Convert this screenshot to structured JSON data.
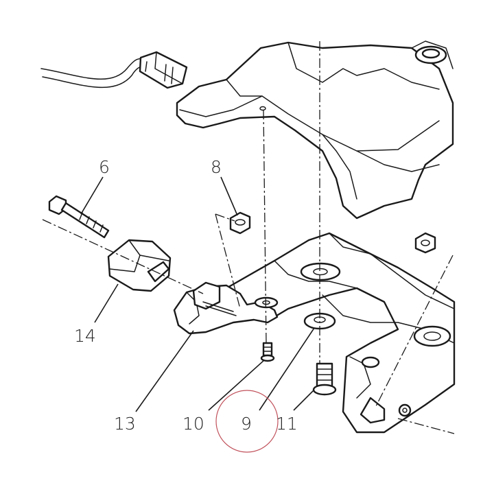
{
  "callouts": [
    {
      "id": "6",
      "label": "6"
    },
    {
      "id": "8",
      "label": "8"
    },
    {
      "id": "14",
      "label": "14"
    },
    {
      "id": "13",
      "label": "13"
    },
    {
      "id": "10",
      "label": "10"
    },
    {
      "id": "9",
      "label": "9"
    },
    {
      "id": "11",
      "label": "11"
    }
  ],
  "highlight": {
    "callout": "9",
    "color": "#c0505a"
  }
}
